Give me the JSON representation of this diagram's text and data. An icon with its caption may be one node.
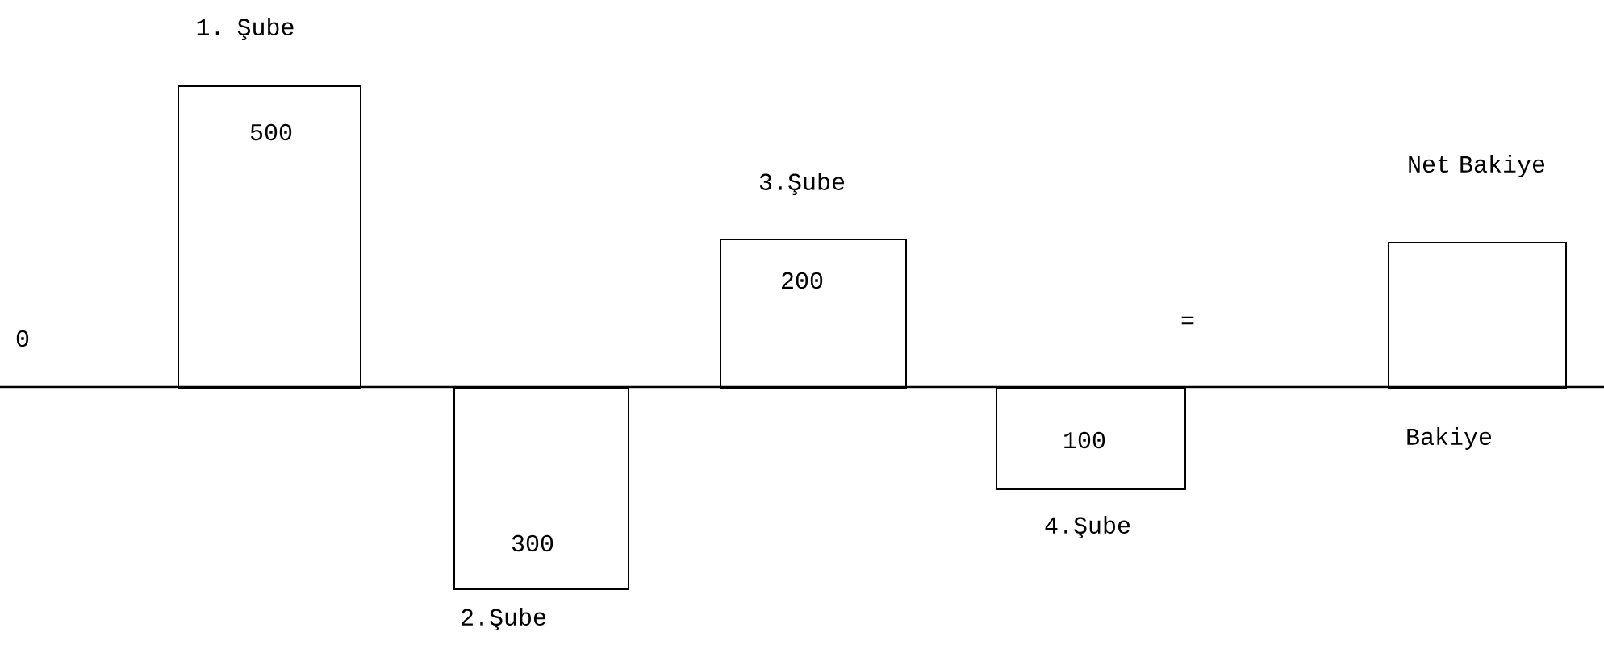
{
  "diagram": {
    "nodes": [
      {
        "text": [
          "1. Şube",
          "500"
        ]
      },
      {
        "text": [
          "300",
          "2.Şube"
        ]
      },
      {
        "text": [
          "3.Şube",
          "200"
        ]
      },
      {
        "text": [
          "100",
          "4.Şube"
        ]
      },
      {
        "text": [
          "Net Bakiye"
        ],
        "beside": [
          "Bakiye"
        ]
      }
    ],
    "labels": [
      "0",
      "="
    ]
  }
}
